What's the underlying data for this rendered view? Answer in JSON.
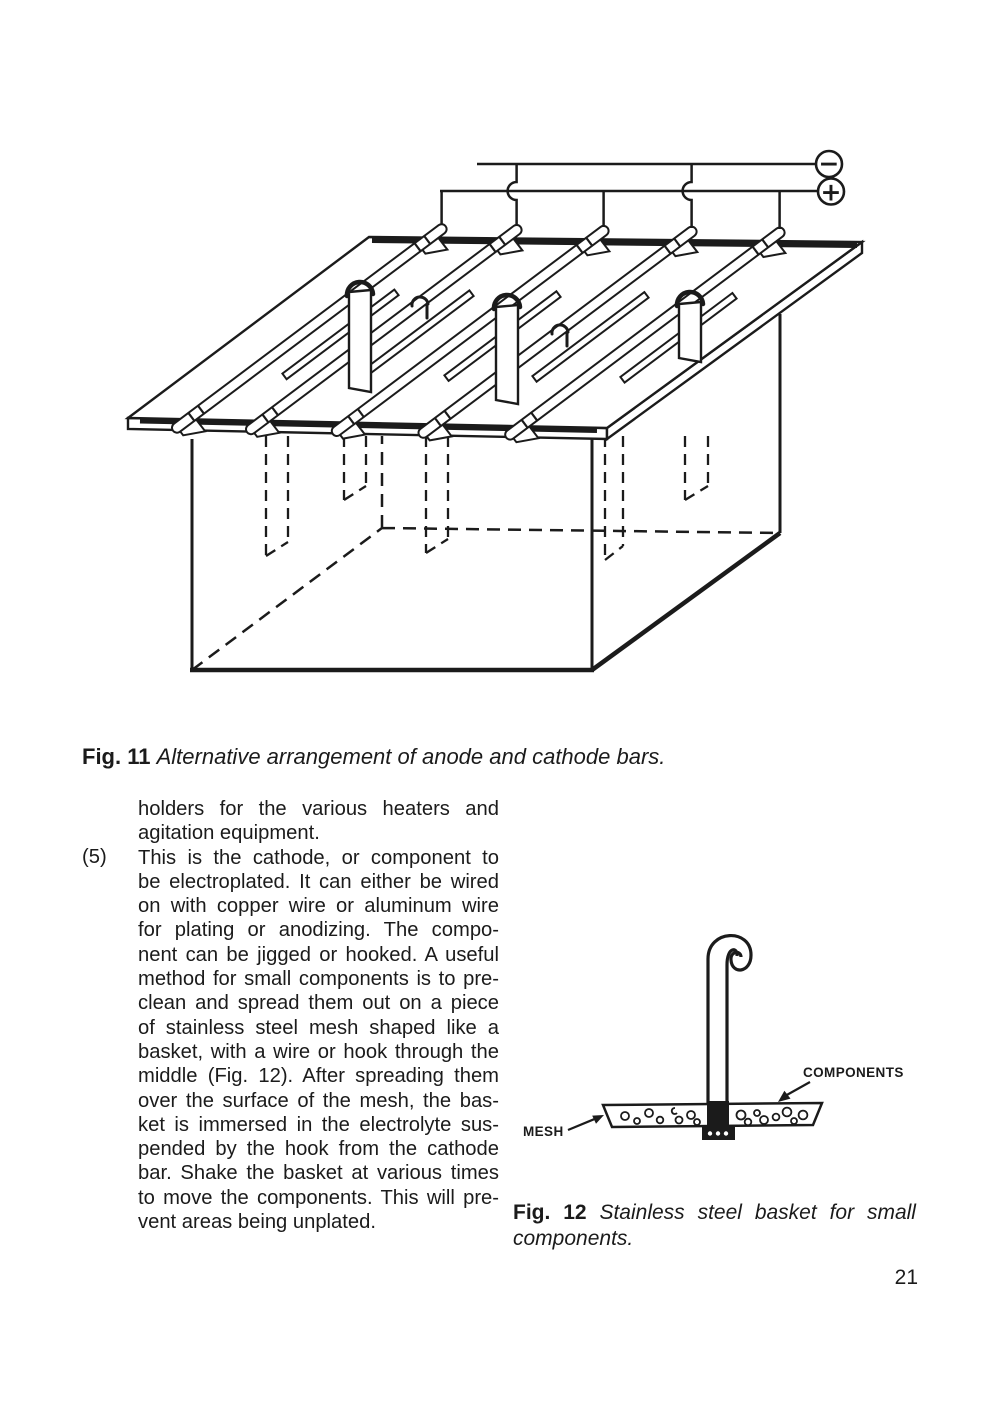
{
  "page": {
    "number": "21"
  },
  "colors": {
    "ink": "#1b1b1b",
    "paper": "#ffffff"
  },
  "figure11": {
    "caption_label": "Fig. 11",
    "caption_text": "Alternative arrangement of anode and cathode bars.",
    "terminal_minus": "−",
    "terminal_plus": "+"
  },
  "figure12": {
    "caption_label": "Fig. 12",
    "caption_line1": "Stainless steel basket for small",
    "caption_line2": "components.",
    "label_mesh": "MESH",
    "label_components": "COMPONENTS"
  },
  "body": {
    "item_marker": "(5)",
    "para_continuation": [
      "holders for the various heaters and",
      "agitation equipment."
    ],
    "para_item5": [
      "This is the cathode, or component to",
      "be electroplated. It can either be wired",
      "on with copper wire or aluminum wire",
      "for plating or anodizing. The compo-",
      "nent can be jigged or hooked. A useful",
      "method for small components is to pre-",
      "clean and spread them out on a piece",
      "of stainless steel mesh shaped like a",
      "basket, with a wire or hook through the",
      "middle (Fig. 12). After spreading them",
      "over the surface of the mesh, the bas-",
      "ket is immersed in the electrolyte sus-",
      "pended by the hook from the cathode",
      "bar. Shake the basket at various times",
      "to move the components. This will pre-",
      "vent areas being unplated."
    ]
  }
}
